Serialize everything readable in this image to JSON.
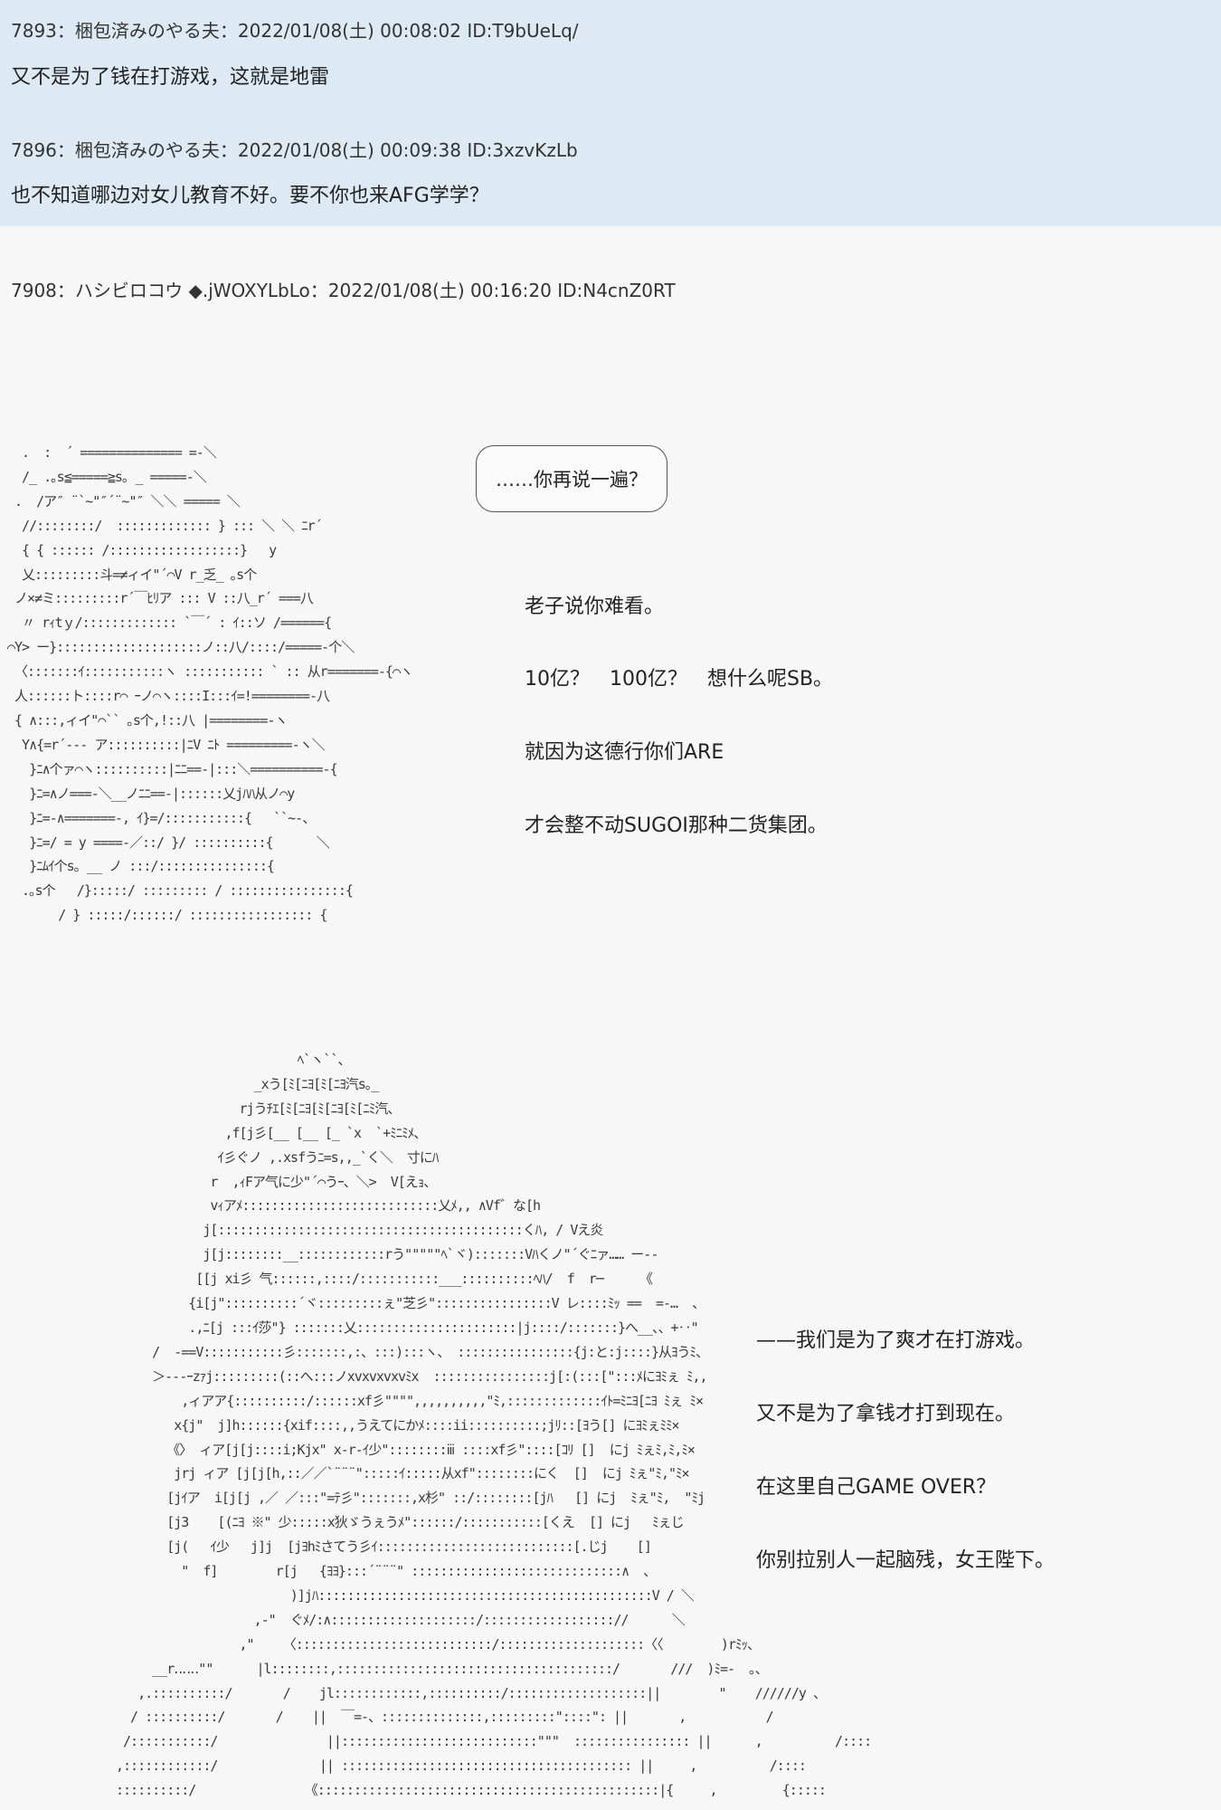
{
  "quoted_posts": [
    {
      "header": "7893：梱包済みのやる夫：2022/01/08(土) 00:08:02 ID:T9bUeLq/",
      "body": "又不是为了钱在打游戏，这就是地雷"
    },
    {
      "header": "7896：梱包済みのやる夫：2022/01/08(土) 00:09:38 ID:3xzvKzLb",
      "body": "也不知道哪边对女儿教育不好。要不你也来AFG学学？"
    }
  ],
  "main_post": {
    "header": "7908：ハシビロコウ ◆.jWOXYLbLo：2022/01/08(土) 00:16:20 ID:N4cnZ0RT",
    "bubble": "……你再说一遍？",
    "lines_1": [
      "老子说你难看。",
      "10亿？　100亿？　想什么呢SB。",
      "就因为这德行你们ARE",
      "才会整不动SUGOI那种二货集团。"
    ],
    "lines_2": [
      "——我们是为了爽才在打游戏。",
      "又不是为了拿钱才打到现在。",
      "在这里自己GAME OVER？",
      "你别拉别人一起脑残，女王陛下。"
    ],
    "ascii_art_1": "  .  :  ´ ============== =-＼\n  /_ .｡s≦=====≧s｡ _ =====-＼\n .  /ア″ ¨`~\"″´¨~\"″ ＼＼ ===== ＼\n  //::::::::/  ::::::::::::: } ::: ＼ ＼ ﾆr´\n  { { :::::: /::::::::::::::::::}   y\n  乂:::::::::斗=≠ィイ\"´⌒V r_乏_ ｡s个\n ノ×≠ミ:::::::::r´￣ﾋﾘア ::: V ::八_r´ ===八\n  〃 rｨtｙ/::::::::::::: `￣´ : ｲ::ソ /======{\n⌒Y> ー}::::::::::::::::::::ノ::八/::::/=====-个＼\n 〈:::::::ｲ:::::::::::ヽ ::::::::::: ` :: 从r=======-{⌒ヽ\n 人::::::ト::::r⌒ ｰノ⌒ヽ::::I:::ｲ=!========-八\n { ∧:::,ィイ\"⌒`` ｡s个,!::八 |========-ヽ\n  Y∧{=r´--- ア::::::::::|ﾆV ﾆﾄ =========-ヽ＼\n   }ﾆ∧个ァ⌒ヽ::::::::::|ﾆﾆ==-|:::＼==========-{\n   }ﾆ=∧ノ===-＼__ノﾆﾆ==-|::::::乂jﾊﾊ从ノ⌒y\n   }ﾆ=-∧=======-, ｲ}=/:::::::::::{   ``~-、\n   }ﾆ=/ = y ====-／::/ }/ ::::::::::{      ＼\n   }ﾆﾑｲ个s｡ __ ノ :::/:::::::::::::::{\n  .｡s个   /}:::::/ ::::::::: / ::::::::::::::::{\n       / } :::::/::::::/ ::::::::::::::::: {",
    "ascii_art_2": "                         ﾍ`ヽ``、\n                   _xう[ﾐ[ﾆﾖ[ﾐ[ﾆﾖ汽s｡_\n                 rjうﾁｴ[ﾐ[ﾆﾖ[ﾐ[ﾆﾖ[ﾐ[ﾆﾐ汽、\n               ,f[j彡[__ [__ [_ `x  `+ﾐﾆﾐﾒ、\n              ｲ彡ぐノ ,.xsfうﾆ=s,,_`く＼  寸にﾊ\n             r  ,ｨFア气に少\"´⌒うｰ、＼>  V[えｮ、\n             vｨアﾒ:::::::::::::::::::::::::::乂ﾒ,, ∧Vf゛な[h\n            j[::::::::::::::::::::::::::::::::::::::::::くﾊ, / Vえ炎\n            j[j::::::::__::::::::::::rう\"\"\"\"\"ﾍ`ヾ):::::::Vﾊくノ\"´ぐﾆァ…… ー--\n           [[j xi彡 气::::::,::::/:::::::::::___::::::::::ﾍﾊ/  f  r─     《\n          {i[j\"::::::::::´ヾ:::::::::ぇ\"芝彡\"::::::::::::::::V レ::::ﾐｯ ==  =-…  、\n          .,ﾆ[j :::ｲ莎\"} :::::::乂::::::::::::::::::::::|j::::/:::::::}へ__、、+‥\"\n     /  -==V:::::::::::彡:::::::,:、:::):::ヽ、 ::::::::::::::::{j:と:j::::}从ﾖうﾐ、\n     ＞---ｰzｧj:::::::::(::へ:::ノxvxvxvxvﾐx  ::::::::::::::::j[:(:::[\":::ﾒにﾖﾐぇ ﾐ,,\n         ,ィアア{::::::::::/::::::xf彡\"\"\"\",,,,,,,,,,\"ﾐ,:::::::::::::ｲﾄ=ﾐﾆﾖ[ﾆﾖ ﾐぇ ﾐ×\n        x{j\"  j]h::::::{xif::::,,うえてにかﾒ::::ii::::::::::;jﾘ::[ﾖう[] にﾖﾐぇﾐﾐ×\n       《〉 ィア[j[j::::i;Kjx\" x-r-ｲ少\"::::::::ⅲ ::::xf彡\"::::[ｺﾘ []  にj ﾐぇﾐ,ﾐ,ﾐ×\n        jrj ィア [j[j[h,::／／`¨¨¨\":::::ｲ:::::从xf\"::::::::にく  []  にj ﾐぇ\"ﾐ,\"ﾐ×\n       [jｲア  i[j[j ,／ ／:::\"=ﾃ彡\":::::::,x杉\" ::/::::::::[jﾊ   [] にj  ﾐぇ\"ﾐ,  \"ﾐj\n       [j3    [(ﾆﾖ ※\" 少:::::x狄ゞうぇうﾒ\"::::::/:::::::::::[くえ  [] にj   ﾐぇじ\n       [j(   ｲ少   j]j  [jﾖhﾐさてう彡ｲ:::::::::::::::::::::::::::[.じj    []\n         \"  f]        r[j   {ﾖﾖ}:::´¨¨¨\" :::::::::::::::::::::::::::::∧  、\n                        )]jﾊ::::::::::::::::::::::::::::::::::::::::::::::V / ＼\n                   ,-\"  ぐﾒ/:∧::::::::::::::::::::/:::::::::::::::::://      ＼\n                 ,\"    〈:::::::::::::::::::::::::::/::::::::::::::::::::〈〈        )rﾐｯ、\n     __r‥‥‥\"\"      |l::::::::,::::::::::::::::::::::::::::::::::::::/       ///  )ﾐ=-  ｡、\n   ,.::::::::::/       /    jl::::::::::::,::::::::::/:::::::::::::::::::||        \"    //////y 、\n  / ::::::::::/       /    ||  ￣=-、::::::::::::::,:::::::::\"::::\": ||       ,           /\n /:::::::::::/               ||:::::::::::::::::::::::::::\"\"\"  :::::::::::::::: ||      ,          /::::\n,::::::::::::/              || :::::::::::::::::::::::::::::::::::::::: ||     ,          /::::\n::::::::::/               《:::::::::::::::::::::::::::::::::::::::::::::::|{     ,         {:::::"
  }
}
